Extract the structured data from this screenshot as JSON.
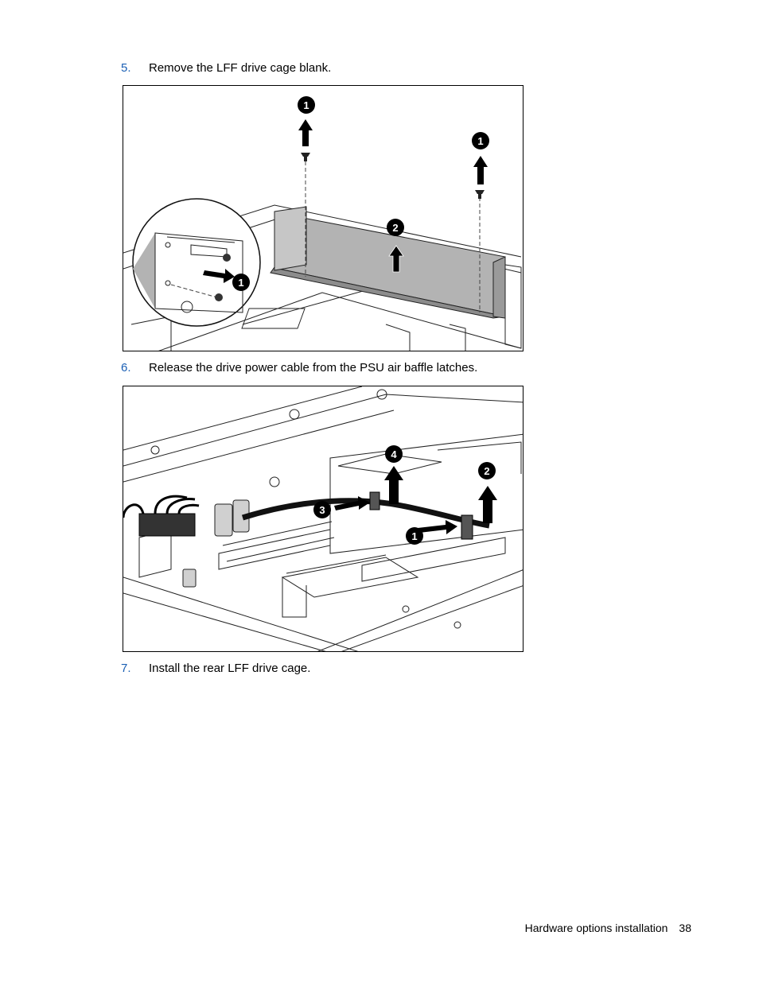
{
  "steps": [
    {
      "num": "5.",
      "text": "Remove the LFF drive cage blank."
    },
    {
      "num": "6.",
      "text": "Release the drive power cable from the PSU air baffle latches."
    },
    {
      "num": "7.",
      "text": "Install the rear LFF drive cage."
    }
  ],
  "figure1": {
    "callouts": [
      "1",
      "1",
      "2",
      "1"
    ]
  },
  "figure2": {
    "callouts": [
      "4",
      "2",
      "3",
      "1"
    ]
  },
  "footer": {
    "section": "Hardware options installation",
    "page": "38"
  },
  "colors": {
    "step_number": "#1a5fb4",
    "text": "#000000",
    "blank_fill": "#b3b3b3"
  },
  "icons": [
    "arrow-up-icon",
    "arrow-right-icon",
    "screw-icon",
    "callout-badge-icon"
  ]
}
